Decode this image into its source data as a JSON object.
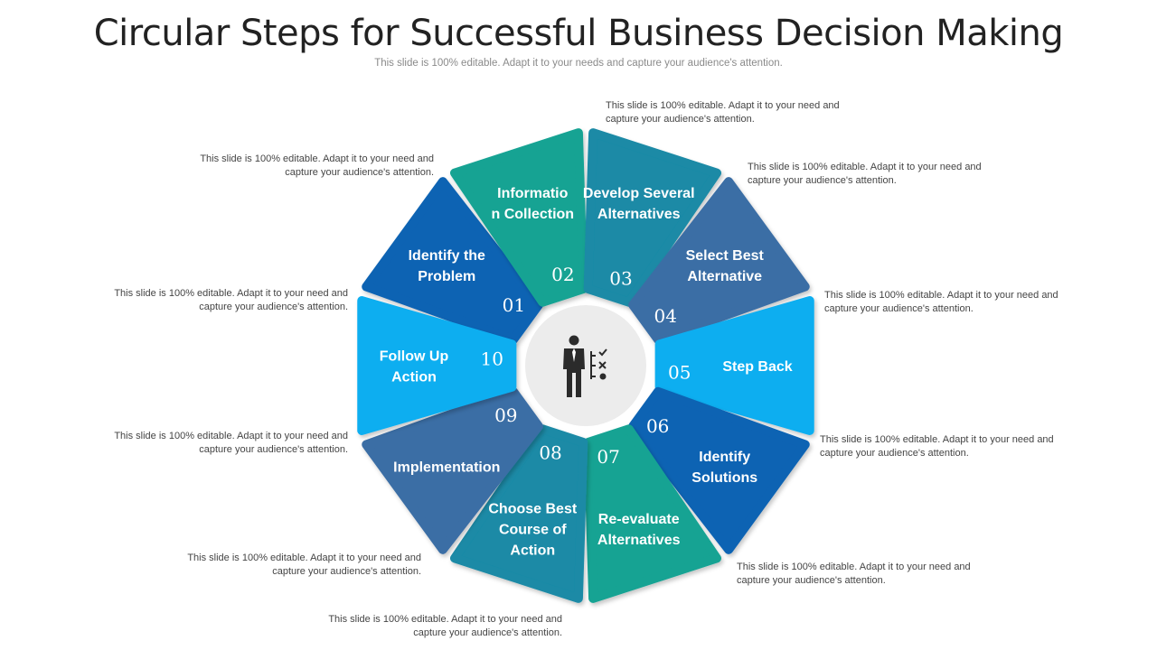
{
  "header": {
    "title": "Circular Steps for Successful Business Decision Making",
    "subtitle": "This slide is 100% editable. Adapt it to your needs and capture your audience's attention."
  },
  "colors": {
    "dark_blue": "#0c63b3",
    "teal": "#13a393",
    "steel_teal": "#1a8aa6",
    "slate": "#3b6ea5",
    "sky": "#0eaef0",
    "center_circle": "#ececec",
    "icon": "#2b2b2b"
  },
  "center": {
    "icon": "businessman-decision-icon"
  },
  "steps": [
    {
      "number": "01",
      "label_lines": [
        "Identify the",
        "Problem"
      ],
      "color_key": "dark_blue",
      "note_lines": [
        "This slide is 100% editable. Adapt it to your need and",
        "capture your audience's attention."
      ]
    },
    {
      "number": "02",
      "label_lines": [
        "Informatio",
        "n Collection"
      ],
      "color_key": "teal",
      "note_lines": [
        "This slide is 100% editable. Adapt it to your need and",
        "capture your audience's attention."
      ]
    },
    {
      "number": "03",
      "label_lines": [
        "Develop Several",
        "Alternatives"
      ],
      "color_key": "steel_teal",
      "note_lines": [
        "This slide is 100% editable. Adapt it to your need and",
        "capture your audience's attention."
      ]
    },
    {
      "number": "04",
      "label_lines": [
        "Select Best",
        "Alternative"
      ],
      "color_key": "slate",
      "note_lines": [
        "This slide is 100% editable. Adapt it to your need and",
        "capture your audience's attention."
      ]
    },
    {
      "number": "05",
      "label_lines": [
        "Step Back"
      ],
      "color_key": "sky",
      "note_lines": [
        "This slide is 100% editable. Adapt it to your need and",
        "capture your audience's attention."
      ]
    },
    {
      "number": "06",
      "label_lines": [
        "Identify",
        "Solutions"
      ],
      "color_key": "dark_blue",
      "note_lines": [
        "This slide is 100% editable. Adapt it to your need and",
        "capture your audience's attention."
      ]
    },
    {
      "number": "07",
      "label_lines": [
        "Re-evaluate",
        "Alternatives"
      ],
      "color_key": "teal",
      "note_lines": [
        "This slide is 100% editable. Adapt it to your need and",
        "capture your audience's attention."
      ]
    },
    {
      "number": "08",
      "label_lines": [
        "Choose Best",
        "Course of",
        "Action"
      ],
      "color_key": "steel_teal",
      "note_lines": [
        "This slide is 100% editable. Adapt it to your need and",
        "capture your audience's attention."
      ]
    },
    {
      "number": "09",
      "label_lines": [
        "Implementation"
      ],
      "color_key": "slate",
      "note_lines": [
        "This slide is 100% editable. Adapt it to your need and",
        "capture your audience's attention."
      ]
    },
    {
      "number": "10",
      "label_lines": [
        "Follow Up",
        "Action"
      ],
      "color_key": "sky",
      "note_lines": [
        "This slide is 100% editable. Adapt it to your need and",
        "capture your audience's attention."
      ]
    }
  ]
}
